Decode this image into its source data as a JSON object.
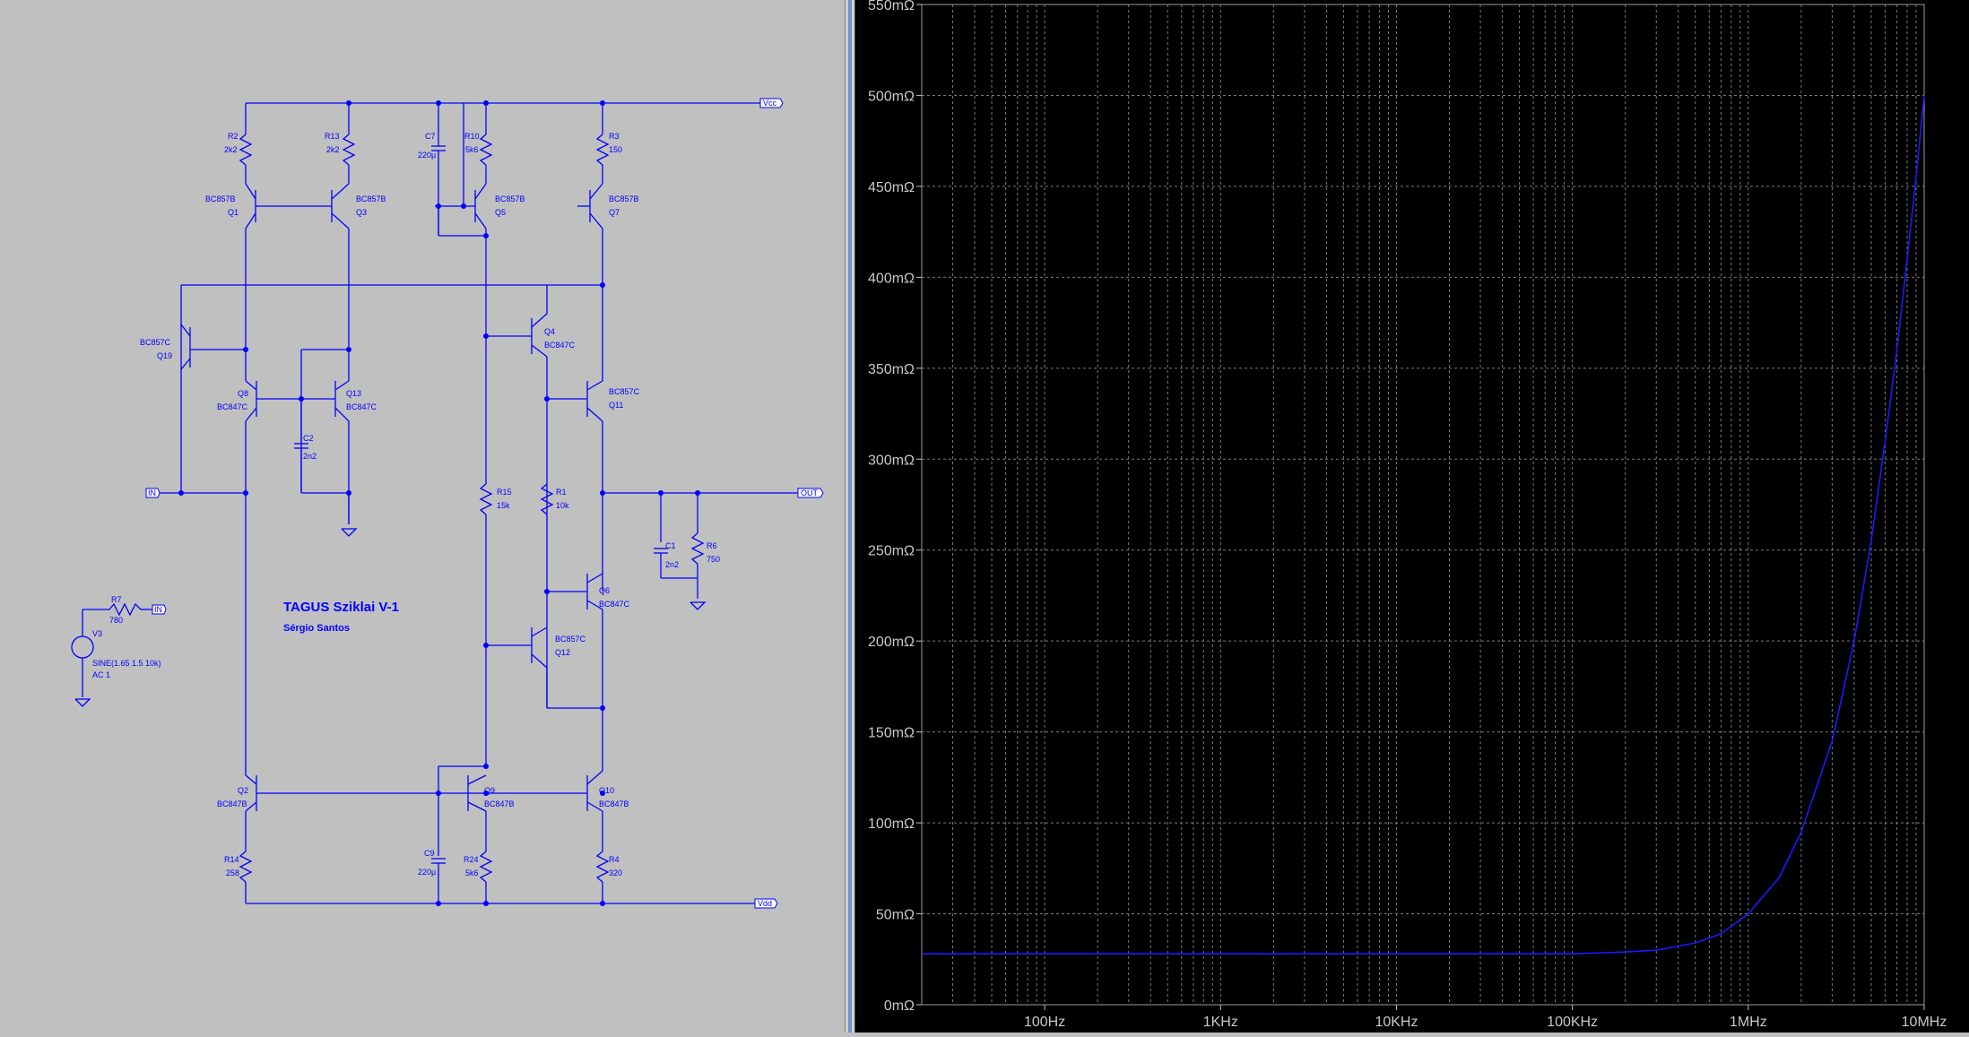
{
  "schematic": {
    "title": "TAGUS Sziklai V-1",
    "author": "Sérgio Santos",
    "nets": {
      "vcc": "Vcc",
      "vdd": "Vdd",
      "in": "IN",
      "out": "OUT"
    },
    "transistors": [
      {
        "ref": "Q1",
        "model": "BC857B"
      },
      {
        "ref": "Q3",
        "model": "BC857B"
      },
      {
        "ref": "Q5",
        "model": "BC857B"
      },
      {
        "ref": "Q7",
        "model": "BC857B"
      },
      {
        "ref": "Q19",
        "model": "BC857C"
      },
      {
        "ref": "Q8",
        "model": "BC847C"
      },
      {
        "ref": "Q13",
        "model": "BC847C"
      },
      {
        "ref": "Q4",
        "model": "BC847C"
      },
      {
        "ref": "Q11",
        "model": "BC857C"
      },
      {
        "ref": "Q6",
        "model": "BC847C"
      },
      {
        "ref": "Q12",
        "model": "BC857C"
      },
      {
        "ref": "Q2",
        "model": "BC847B"
      },
      {
        "ref": "Q9",
        "model": "BC847B"
      },
      {
        "ref": "Q10",
        "model": "BC847B"
      }
    ],
    "resistors": [
      {
        "ref": "R2",
        "value": "2k2"
      },
      {
        "ref": "R13",
        "value": "2k2"
      },
      {
        "ref": "R10",
        "value": "5k6"
      },
      {
        "ref": "R3",
        "value": "150"
      },
      {
        "ref": "R15",
        "value": "15k"
      },
      {
        "ref": "R1",
        "value": "10k"
      },
      {
        "ref": "R6",
        "value": "750"
      },
      {
        "ref": "R7",
        "value": "780"
      },
      {
        "ref": "R14",
        "value": "258"
      },
      {
        "ref": "R24",
        "value": "5k6"
      },
      {
        "ref": "R4",
        "value": "320"
      }
    ],
    "capacitors": [
      {
        "ref": "C7",
        "value": "220µ"
      },
      {
        "ref": "C2",
        "value": "2n2"
      },
      {
        "ref": "C1",
        "value": "2n2"
      },
      {
        "ref": "C9",
        "value": "220µ"
      }
    ],
    "source": {
      "ref": "V3",
      "spec": "SINE(1.65 1.5 10k)",
      "ac": "AC 1"
    }
  },
  "plot": {
    "background": "#000000",
    "trace_color": "#1a1aff",
    "grid_color": "#7a7a7a"
  },
  "chart_data": {
    "type": "line",
    "x_scale": "log",
    "xlim": [
      20,
      10000000
    ],
    "ylim": [
      0,
      0.55
    ],
    "x_ticks": [
      {
        "v": 100,
        "label": "100Hz"
      },
      {
        "v": 1000,
        "label": "1KHz"
      },
      {
        "v": 10000,
        "label": "10KHz"
      },
      {
        "v": 100000,
        "label": "100KHz"
      },
      {
        "v": 1000000,
        "label": "1MHz"
      },
      {
        "v": 10000000,
        "label": "10MHz"
      }
    ],
    "y_ticks": [
      {
        "v": 0,
        "label": "0mΩ"
      },
      {
        "v": 0.05,
        "label": "50mΩ"
      },
      {
        "v": 0.1,
        "label": "100mΩ"
      },
      {
        "v": 0.15,
        "label": "150mΩ"
      },
      {
        "v": 0.2,
        "label": "200mΩ"
      },
      {
        "v": 0.25,
        "label": "250mΩ"
      },
      {
        "v": 0.3,
        "label": "300mΩ"
      },
      {
        "v": 0.35,
        "label": "350mΩ"
      },
      {
        "v": 0.4,
        "label": "400mΩ"
      },
      {
        "v": 0.45,
        "label": "450mΩ"
      },
      {
        "v": 0.5,
        "label": "500mΩ"
      },
      {
        "v": 0.55,
        "label": "550mΩ"
      }
    ],
    "grid": true,
    "series": [
      {
        "x": [
          20,
          100,
          1000,
          10000,
          100000,
          200000,
          300000,
          500000,
          700000,
          1000000,
          1500000,
          2000000,
          3000000,
          4000000,
          5000000,
          6000000,
          7000000,
          8000000,
          9000000,
          10000000
        ],
        "y": [
          0.028,
          0.028,
          0.028,
          0.028,
          0.028,
          0.029,
          0.03,
          0.034,
          0.039,
          0.05,
          0.07,
          0.095,
          0.145,
          0.2,
          0.255,
          0.31,
          0.36,
          0.41,
          0.455,
          0.5
        ]
      }
    ]
  }
}
